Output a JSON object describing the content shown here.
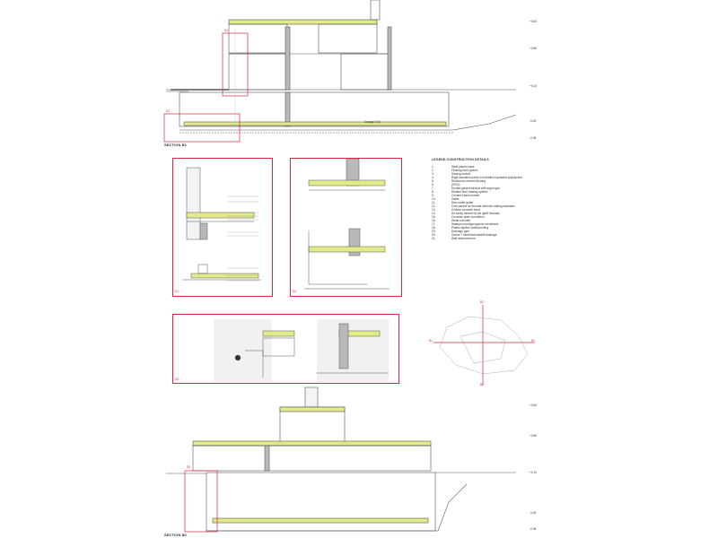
{
  "sections": {
    "b1": {
      "title": "SECTION B1"
    },
    "b2": {
      "title": "SECTION B2"
    }
  },
  "section_b1_label": "Garage  4.50",
  "levels_b1": [
    "+3.60",
    "+2.80",
    "+0.10",
    "-3.00",
    "-3.35"
  ],
  "levels_b2": [
    "+3.60",
    "+2.80",
    "+0.10",
    "-3.00",
    "-3.35"
  ],
  "detail_tags": {
    "d1": "D1",
    "d2": "D2",
    "d3": "D3",
    "d4": "D4",
    "d5": "D5"
  },
  "legend": {
    "title": "LEGEND CONSTRUCTION DETAILS",
    "items": [
      {
        "n": "1.",
        "t": "Steel planter case"
      },
      {
        "n": "2.",
        "t": "Floating floor system"
      },
      {
        "n": "3.",
        "t": "Sloping screed"
      },
      {
        "n": "4.",
        "t": "Rigid insulation panel in extruded expanded polystyrene"
      },
      {
        "n": "5.",
        "t": "Reinforced cement flooring"
      },
      {
        "n": "6.",
        "t": "(GRG)"
      },
      {
        "n": "7.",
        "t": "Double-glazed window with argon gas"
      },
      {
        "n": "8.",
        "t": "Radiant floor heating system"
      },
      {
        "n": "9.",
        "t": "Cement based screed"
      },
      {
        "n": "10.",
        "t": "Gates"
      },
      {
        "n": "11.",
        "t": "Rain-water gutter"
      },
      {
        "n": "12.",
        "t": "Cork panels for thermal external coating insulation"
      },
      {
        "n": "13.",
        "t": "Cellular concrete block"
      },
      {
        "n": "14.",
        "t": "Air cavity formed by the igloff modules"
      },
      {
        "n": "15.",
        "t": "Concrete plate foundation"
      },
      {
        "n": "16.",
        "t": "Weak concrete"
      },
      {
        "n": "17.",
        "t": "Waterproof polypropylene membrane"
      },
      {
        "n": "18.",
        "t": "Plastic-styrene waterproofing"
      },
      {
        "n": "19.",
        "t": "Drainage pipe"
      },
      {
        "n": "20.",
        "t": "Gravel + interblock backfill drainage"
      },
      {
        "n": "21.",
        "t": "Wall reinforcement"
      }
    ]
  },
  "key_plan": {
    "b1_left": "B1",
    "b1_right": "B1",
    "b2_top": "B2",
    "b2_bottom": "B2"
  },
  "colors": {
    "frame": "#d7263d",
    "insulation": "#e3ea8a",
    "wall": "#b9b9b9",
    "line": "#555555"
  }
}
